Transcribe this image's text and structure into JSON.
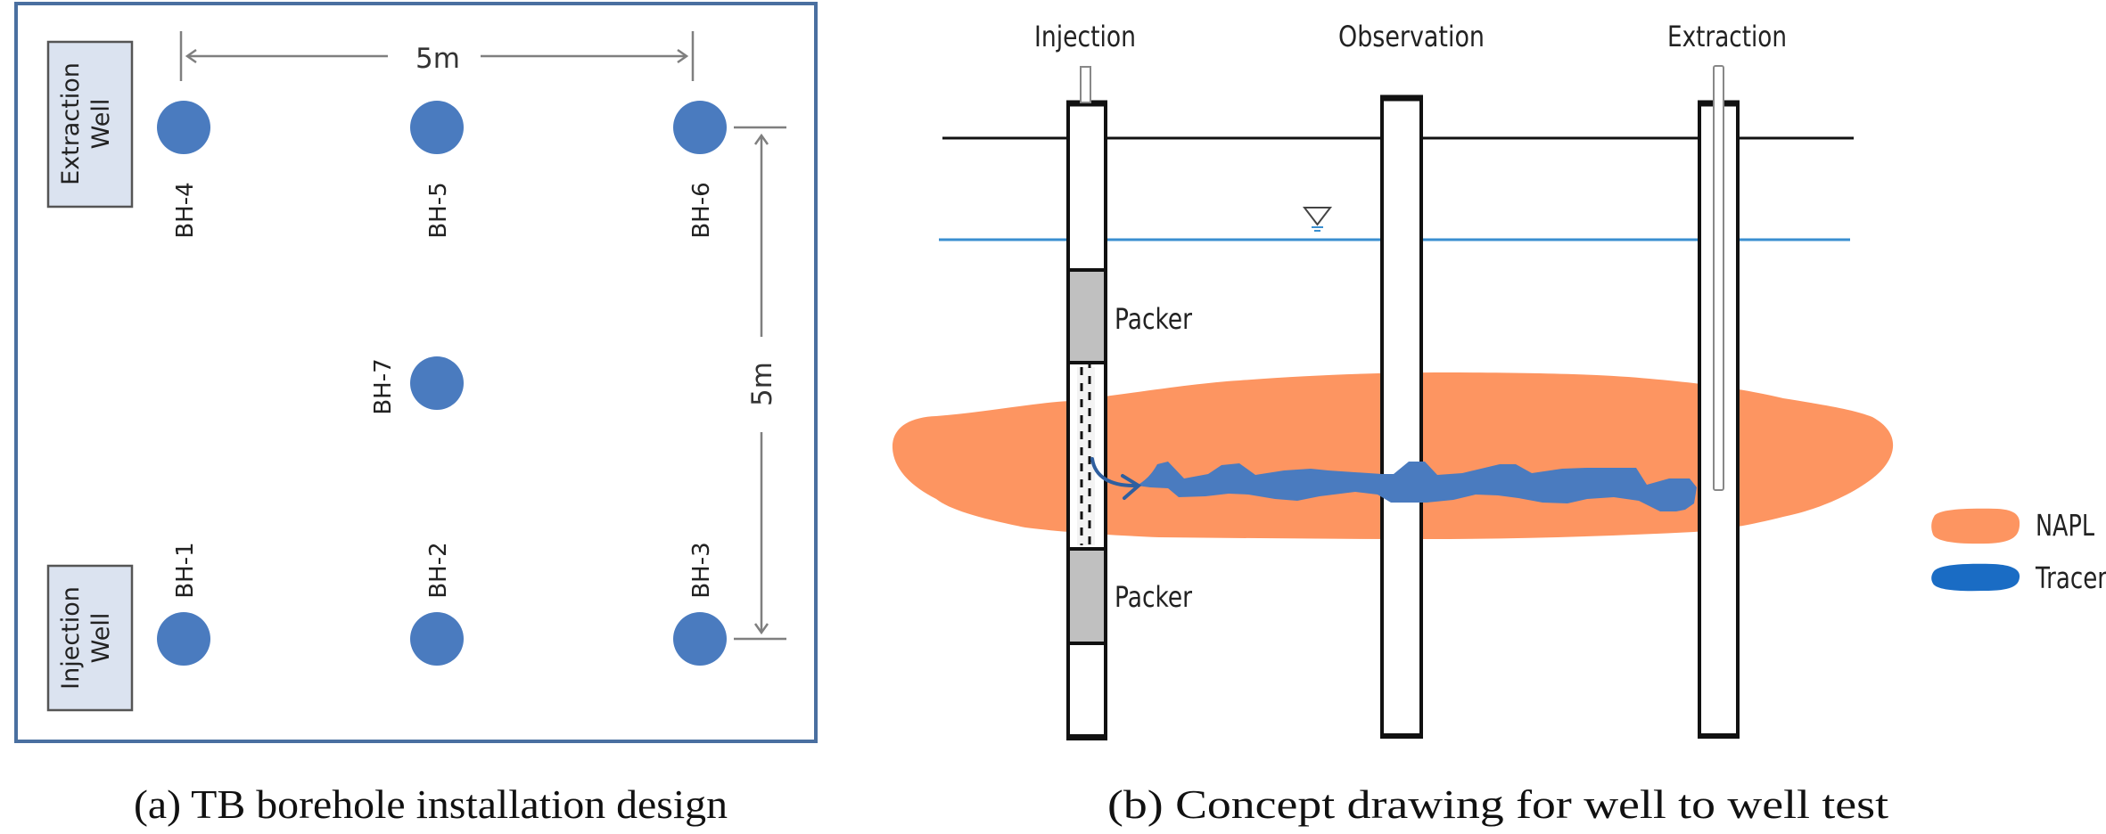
{
  "panel_a": {
    "caption": "(a) TB borehole installation design",
    "extraction_well_label": [
      "Extraction",
      "Well"
    ],
    "injection_well_label": [
      "Injection",
      "Well"
    ],
    "horizontal_dimension": "5m",
    "vertical_dimension": "5m",
    "boreholes": [
      {
        "id": "BH-4",
        "row": "top",
        "col": 0
      },
      {
        "id": "BH-5",
        "row": "top",
        "col": 1
      },
      {
        "id": "BH-6",
        "row": "top",
        "col": 2
      },
      {
        "id": "BH-7",
        "row": "middle",
        "col": 1
      },
      {
        "id": "BH-1",
        "row": "bottom",
        "col": 0
      },
      {
        "id": "BH-2",
        "row": "bottom",
        "col": 1
      },
      {
        "id": "BH-3",
        "row": "bottom",
        "col": 2
      }
    ],
    "colors": {
      "borehole": "#4a7bbf",
      "border": "#4a6fa0",
      "label_box_fill": "#dbe3f0",
      "dimension_line": "#7f7f7f"
    }
  },
  "panel_b": {
    "caption": "(b) Concept drawing for well to well test",
    "wells": [
      {
        "name": "Injection"
      },
      {
        "name": "Observation"
      },
      {
        "name": "Extraction"
      }
    ],
    "packer_label": "Packer",
    "legend": [
      {
        "label": "NAPL",
        "color": "#fd9561"
      },
      {
        "label": "Tracer",
        "color": "#1a6cc4"
      }
    ],
    "colors": {
      "napl": "#fd9561",
      "tracer_plume": "#4a7bbf",
      "tracer_arrow": "#2f5f9f",
      "water_table": "#3a8fd0",
      "packer": "#c0c0c0",
      "ground": "#111111"
    }
  }
}
